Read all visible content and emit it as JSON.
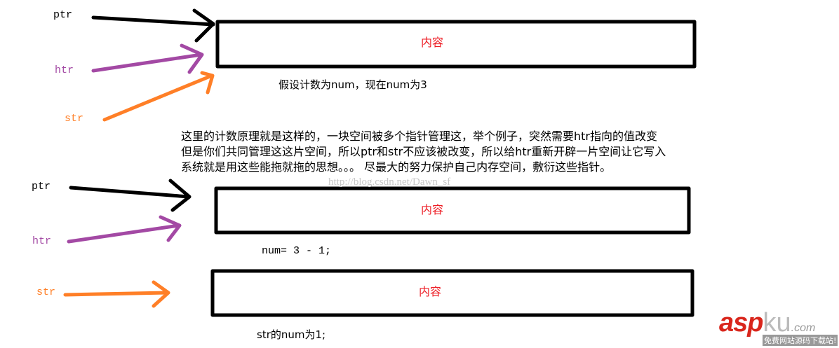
{
  "colors": {
    "ptr": "#000000",
    "htr": "#a349a4",
    "str": "#ff7f27",
    "content": "#ed1c24"
  },
  "top": {
    "ptr": "ptr",
    "htr": "htr",
    "str": "str",
    "box_label": "内容",
    "note": "假设计数为num，现在num为3"
  },
  "explanation": [
    "这里的计数原理就是这样的，一块空间被多个指针管理这，举个例子，突然需要htr指向的值改变",
    "但是你们共同管理这这片空间，所以ptr和str不应该被改变，所以给htr重新开辟一片空间让它写入",
    "系统就是用这些能拖就拖的思想。。。  尽最大的努力保护自己内存空间，敷衍这些指针。"
  ],
  "watermark": "http://blog.csdn.net/Dawn_sf",
  "bottom": {
    "ptr": "ptr",
    "htr": "htr",
    "str": "str",
    "box1_label": "内容",
    "box1_note": "num= 3 - 1;",
    "box2_label": "内容",
    "box2_note": "str的num为1;"
  },
  "logo": {
    "brand": "asp",
    "brand2": "ku",
    "domain": ".com",
    "slogan": "免费网站源码下载站!"
  }
}
